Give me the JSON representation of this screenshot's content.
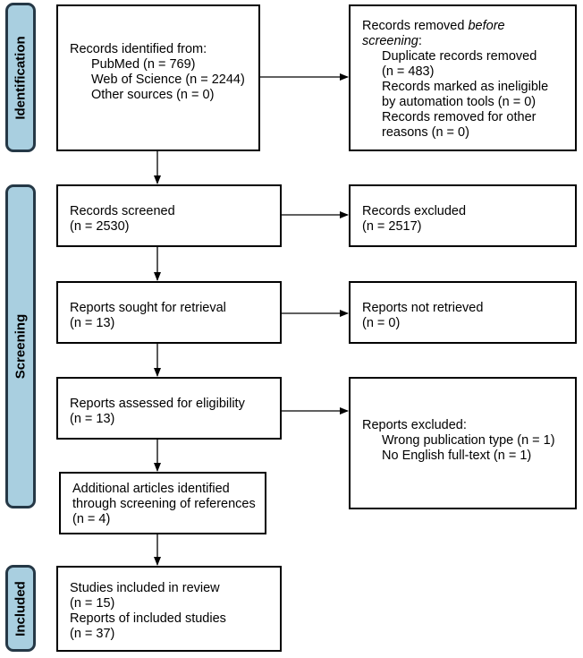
{
  "phases": {
    "identification": "Identification",
    "screening": "Screening",
    "included": "Included"
  },
  "identified": {
    "title": "Records identified from:",
    "pubmed": "PubMed (n = 769)",
    "wos": "Web of Science (n = 2244)",
    "other": "Other sources (n = 0)"
  },
  "removed": {
    "title_a": "Records removed ",
    "title_b": "before",
    "title_c": "screening",
    "title_d": ":",
    "dup_1": "Duplicate records removed",
    "dup_2": "(n = 483)",
    "auto_1": "Records marked as ineligible",
    "auto_2": "by automation tools (n = 0)",
    "other_1": "Records removed for other",
    "other_2": "reasons (n = 0)"
  },
  "screened": {
    "label": "Records screened",
    "n": "(n = 2530)"
  },
  "excluded": {
    "label": "Records excluded",
    "n": "(n = 2517)"
  },
  "sought": {
    "label": "Reports sought for retrieval",
    "n": "(n = 13)"
  },
  "not_retrieved": {
    "label": "Reports not retrieved",
    "n": "(n = 0)"
  },
  "assessed": {
    "label": "Reports assessed for eligibility",
    "n": "(n = 13)"
  },
  "reports_excluded": {
    "title": "Reports excluded:",
    "wrong_type": "Wrong publication type (n = 1)",
    "no_english": "No English full-text (n = 1)"
  },
  "additional": {
    "line1": "Additional articles identified",
    "line2": "through screening of references",
    "line3": "(n = 4)"
  },
  "included": {
    "studies": "Studies included in review",
    "studies_n": "(n = 15)",
    "reports": "Reports of included studies",
    "reports_n": "(n = 37)"
  }
}
